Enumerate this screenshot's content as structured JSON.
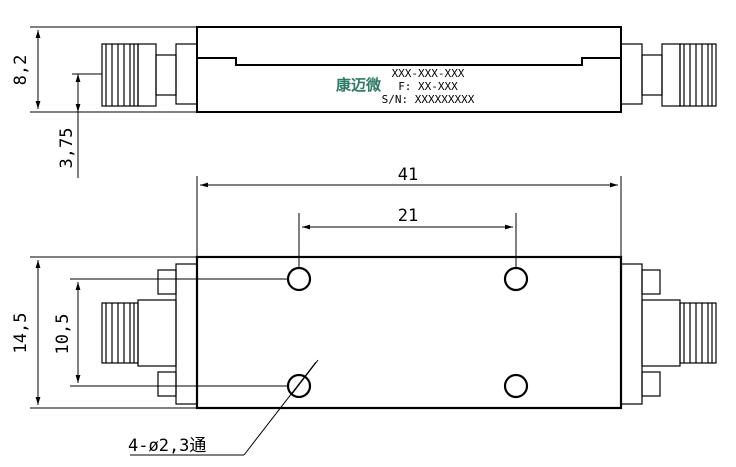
{
  "drawing": {
    "side_view": {
      "height_dim": "8,2",
      "offset_dim": "3,75",
      "label": {
        "logo": "康迈微",
        "part_no": "XXX-XXX-XXX",
        "freq": "F: XX-XXX",
        "serial": "S/N: XXXXXXXXX"
      }
    },
    "top_view": {
      "overall_length": "41",
      "hole_spacing_x": "21",
      "overall_width": "14,5",
      "hole_spacing_y": "10,5",
      "hole_callout": "4-ø2,3通"
    },
    "colors": {
      "line": "#000000",
      "logo": "#2f7a63"
    }
  }
}
